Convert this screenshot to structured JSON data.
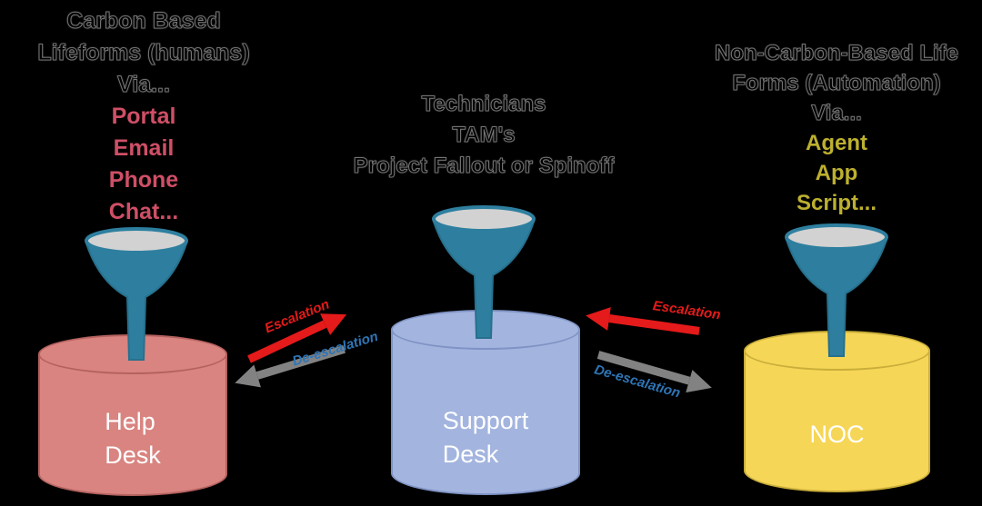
{
  "sources": {
    "left": {
      "heading": [
        "Carbon Based",
        "Lifeforms (humans)",
        "Via..."
      ],
      "channels": [
        "Portal",
        "Email",
        "Phone",
        "Chat..."
      ],
      "channel_color": "#cf4f66"
    },
    "center": {
      "heading": [
        "Technicians",
        "TAM's",
        "Project Fallout or Spinoff"
      ]
    },
    "right": {
      "heading": [
        "Non-Carbon-Based Life",
        "Forms (Automation)",
        "Via..."
      ],
      "channels": [
        "Agent",
        "App",
        "Script..."
      ],
      "channel_color": "#bdb02f"
    }
  },
  "tiers": [
    {
      "name": "Help Desk",
      "label_lines": [
        "Help",
        "Desk"
      ],
      "fill": "#d98480"
    },
    {
      "name": "Support Desk",
      "label_lines": [
        "Support",
        "Desk"
      ],
      "fill": "#a3b4df"
    },
    {
      "name": "NOC",
      "label_lines": [
        "NOC"
      ],
      "fill": "#f6d657"
    }
  ],
  "arrows": {
    "left_pair": {
      "escalation": "Escalation",
      "deescalation": "De-escalation"
    },
    "right_pair": {
      "escalation": "Escalation",
      "deescalation": "De-escalation"
    }
  },
  "colors": {
    "background": "#000000",
    "funnel": "#2e7f9f",
    "funnel_mouth": "#d2d2d2",
    "escalation_arrow": "#e51a1a",
    "deescalation_arrow": "#828282",
    "escalation_text": "#e51a1a",
    "deescalation_text": "#2e75b6",
    "cylinder_label_text": "#ffffff"
  }
}
